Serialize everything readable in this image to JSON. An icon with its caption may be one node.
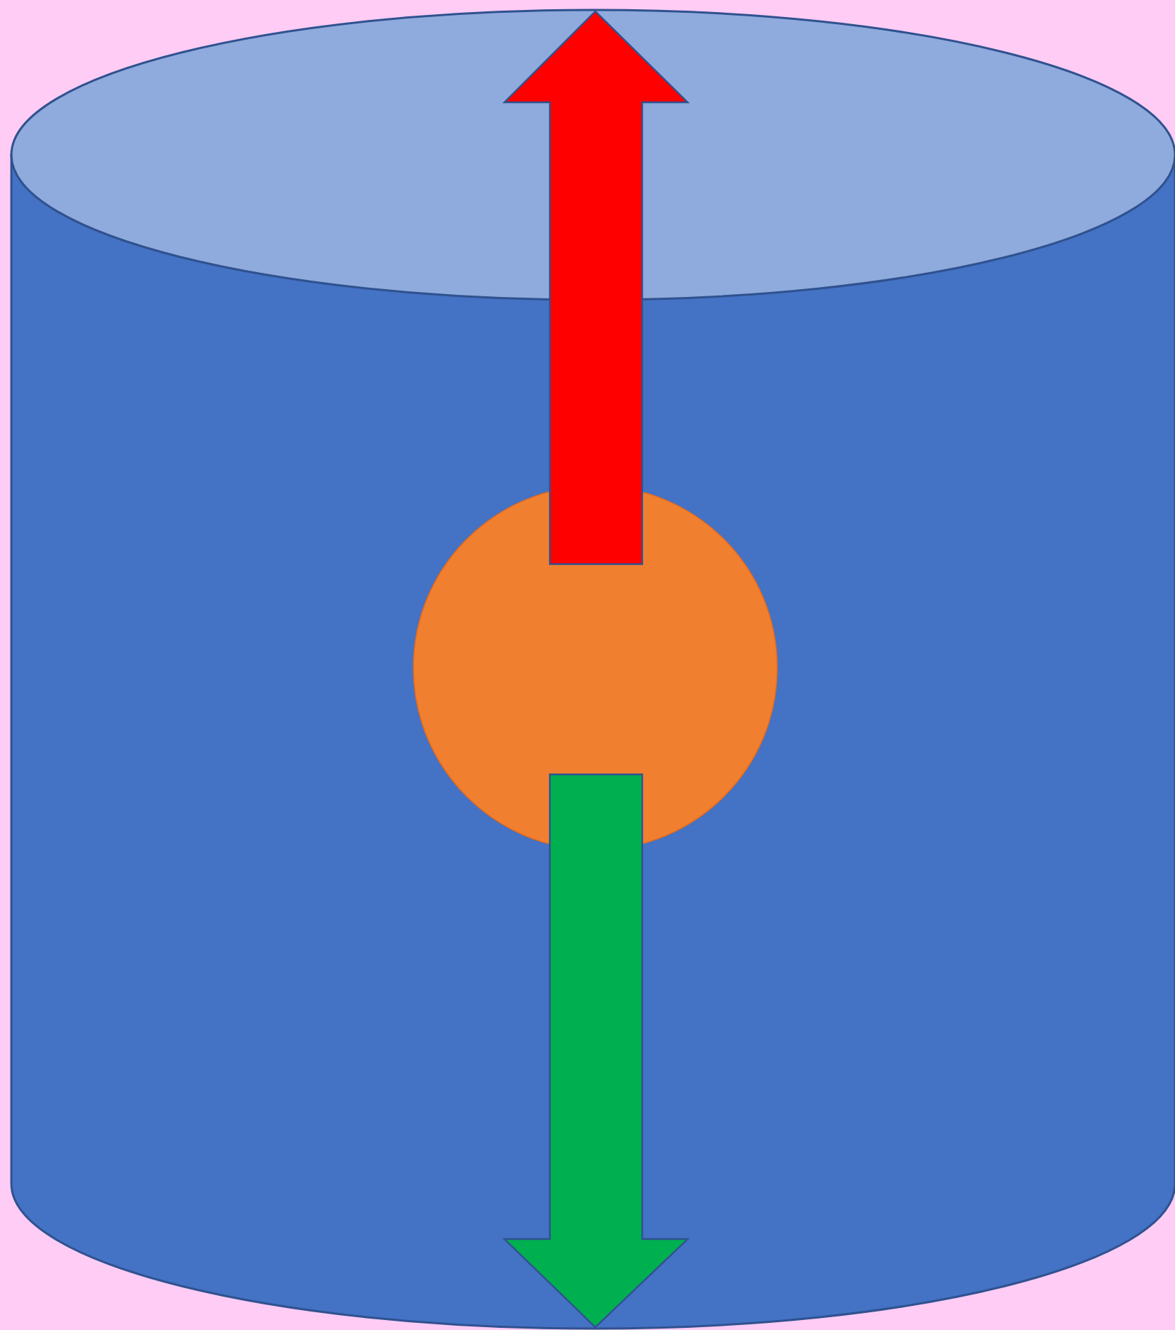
{
  "diagram": {
    "nodes": [
      {
        "text": [],
        "shape": "cylinder"
      },
      {
        "text": [],
        "shape": "circle",
        "in": 0
      }
    ]
  }
}
